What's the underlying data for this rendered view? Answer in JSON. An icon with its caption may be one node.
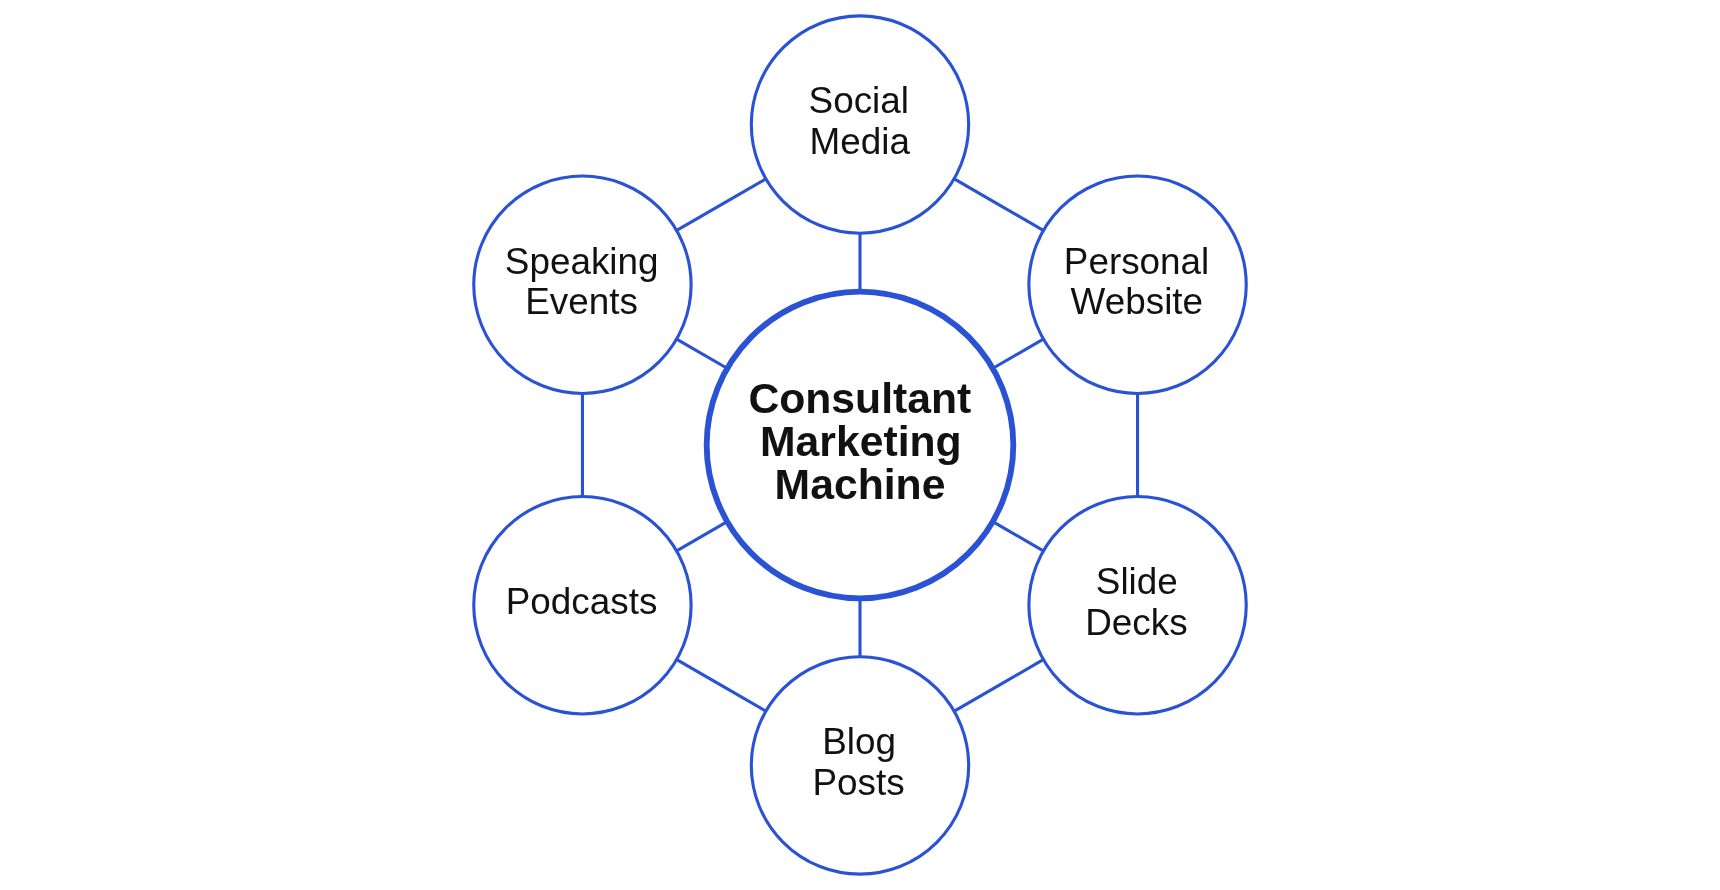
{
  "diagram": {
    "nodes": [
      {
        "text": [
          "Consultant Marketing Machine"
        ]
      },
      {
        "text": [
          "Social Media"
        ]
      },
      {
        "text": [
          "Personal Website"
        ]
      },
      {
        "text": [
          "Slide Decks"
        ]
      },
      {
        "text": [
          "Blog Posts"
        ]
      },
      {
        "text": [
          "Podcasts"
        ]
      },
      {
        "text": [
          "Speaking Events"
        ]
      }
    ],
    "edges": [
      {
        "from": 0,
        "to": 1,
        "arrow": "none"
      },
      {
        "from": 0,
        "to": 2,
        "arrow": "none"
      },
      {
        "from": 0,
        "to": 3,
        "arrow": "none"
      },
      {
        "from": 0,
        "to": 4,
        "arrow": "none"
      },
      {
        "from": 0,
        "to": 5,
        "arrow": "none"
      },
      {
        "from": 0,
        "to": 6,
        "arrow": "none"
      },
      {
        "from": 1,
        "to": 2,
        "arrow": "none"
      },
      {
        "from": 2,
        "to": 3,
        "arrow": "none"
      },
      {
        "from": 3,
        "to": 4,
        "arrow": "none"
      },
      {
        "from": 4,
        "to": 5,
        "arrow": "none"
      },
      {
        "from": 5,
        "to": 6,
        "arrow": "none"
      },
      {
        "from": 6,
        "to": 1,
        "arrow": "none"
      }
    ]
  }
}
